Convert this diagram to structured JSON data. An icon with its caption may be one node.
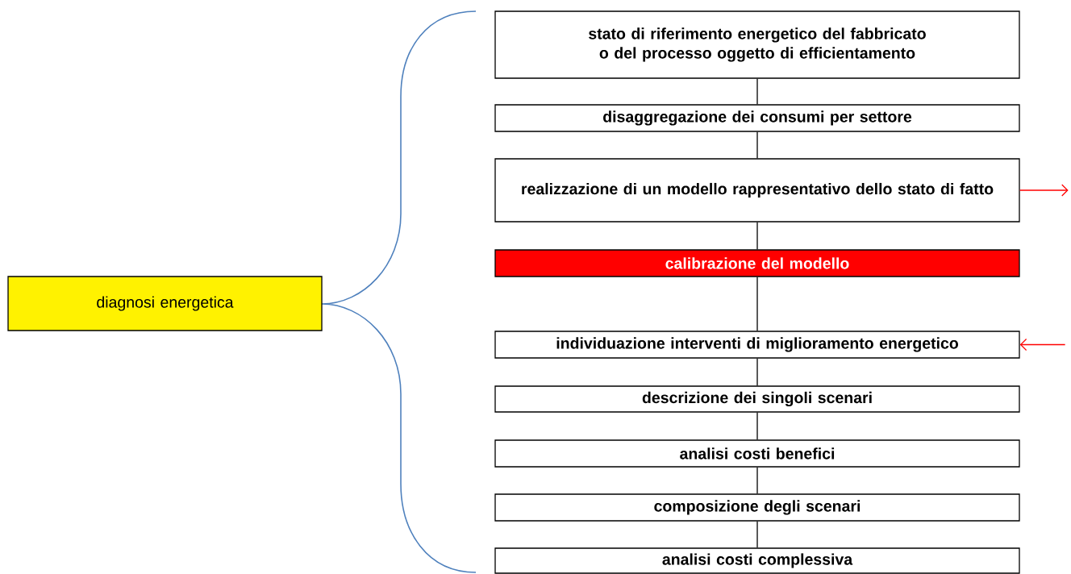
{
  "diagram": {
    "nodes": [
      {
        "text": [
          "diagnosi energetica"
        ]
      },
      {
        "text": [
          "stato di riferimento energetico del fabbricato o del processo oggetto di efficientamento"
        ]
      },
      {
        "text": [
          "disaggregazione dei consumi per settore"
        ]
      },
      {
        "text": [
          "realizzazione di un modello rappresentativo dello stato di fatto"
        ]
      },
      {
        "text": [
          "calibrazione del modello"
        ]
      },
      {
        "text": [
          "individuazione interventi di miglioramento energetico"
        ]
      },
      {
        "text": [
          "descrizione dei singoli scenari"
        ]
      },
      {
        "text": [
          "analisi costi benefici"
        ]
      },
      {
        "text": [
          "composizione degli scenari"
        ]
      },
      {
        "text": [
          "analisi costi  complessiva"
        ]
      }
    ],
    "edges": [
      {
        "from": 1,
        "to": 2,
        "arrow": "none"
      },
      {
        "from": 2,
        "to": 3,
        "arrow": "none"
      },
      {
        "from": 3,
        "to": 4,
        "arrow": "none"
      },
      {
        "from": 4,
        "to": 5,
        "arrow": "none"
      },
      {
        "from": 5,
        "to": 6,
        "arrow": "none"
      },
      {
        "from": 6,
        "to": 7,
        "arrow": "none"
      },
      {
        "from": 7,
        "to": 8,
        "arrow": "none"
      },
      {
        "from": 8,
        "to": 9,
        "arrow": "none"
      },
      {
        "from": 3,
        "to": null,
        "arrow": "to",
        "color": "#ff0000"
      },
      {
        "from": null,
        "to": 5,
        "arrow": "to",
        "color": "#ff0000"
      }
    ]
  }
}
